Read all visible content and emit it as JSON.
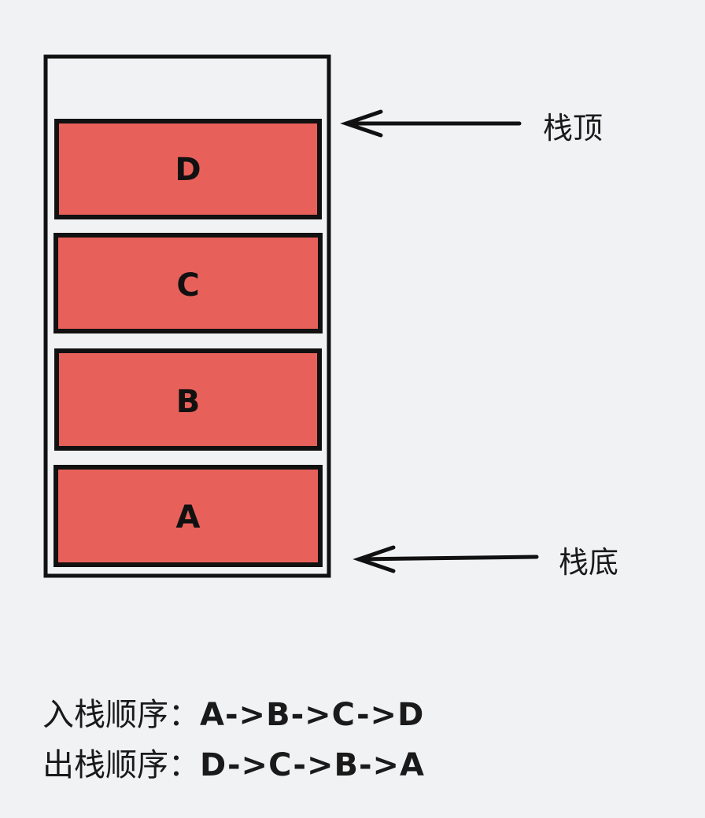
{
  "colors": {
    "background": "#f1f2f4",
    "block_fill": "#e8605a",
    "stroke": "#111111"
  },
  "stack": {
    "blocks": [
      {
        "label": "D"
      },
      {
        "label": "C"
      },
      {
        "label": "B"
      },
      {
        "label": "A"
      }
    ],
    "top_label": "栈顶",
    "bottom_label": "栈底"
  },
  "orders": {
    "push": {
      "label": "入栈顺序：",
      "sequence": "A->B->C->D"
    },
    "pop": {
      "label": "出栈顺序：",
      "sequence": "D->C->B->A"
    }
  }
}
